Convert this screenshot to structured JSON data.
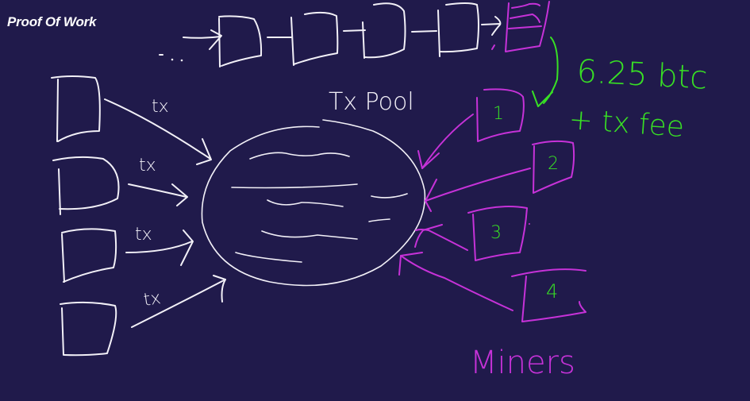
{
  "slide": {
    "title": "Proof Of Work"
  },
  "diagram": {
    "blockchain": {
      "prefix": "...",
      "blocks": 4,
      "new_block": "new block (magenta, with tx lines)"
    },
    "senders": {
      "count": 4,
      "edge_label": "tx"
    },
    "tx_edge_labels": [
      "tx",
      "tx",
      "tx",
      "tx"
    ],
    "pool": {
      "label": "Tx Pool"
    },
    "miners": {
      "label": "Miners",
      "items": [
        "1",
        "2",
        "3",
        "4"
      ]
    },
    "reward": {
      "line1": "6.25 btc",
      "line2": "+ tx fee"
    },
    "colors": {
      "background": "#201a4b",
      "ink_white": "#f2f0f7",
      "ink_magenta": "#c632d8",
      "ink_green": "#38e024"
    }
  }
}
